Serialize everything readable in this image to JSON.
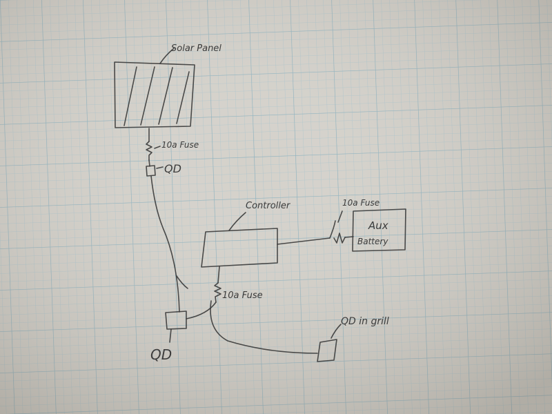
{
  "diagram": {
    "colors": {
      "paper": "#d4d1ca",
      "grid_minor": "#a9c3cc",
      "grid_major": "#8fb1bd",
      "pencil": "#3a3a3a"
    },
    "components": {
      "solar_panel": {
        "label": "Solar Panel"
      },
      "panel_fuse": {
        "label": "10a Fuse"
      },
      "panel_qd": {
        "label": "QD"
      },
      "controller": {
        "label": "Controller"
      },
      "battery_fuse": {
        "label": "10a Fuse"
      },
      "aux_battery": {
        "label_line1": "Aux",
        "label_line2": "Battery"
      },
      "controller_fuse": {
        "label": "10a Fuse"
      },
      "main_qd": {
        "label": "QD"
      },
      "grill_qd": {
        "label": "QD in grill"
      }
    }
  }
}
